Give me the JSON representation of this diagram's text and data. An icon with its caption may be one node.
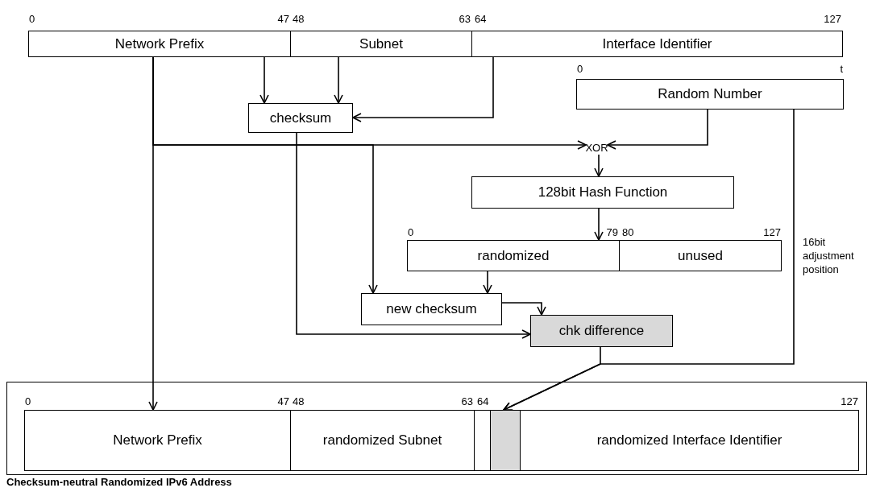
{
  "diagram": {
    "nodes": [
      {
        "text": [
          "Network Prefix"
        ]
      },
      {
        "text": [
          "Subnet"
        ]
      },
      {
        "text": [
          "Interface Identifier"
        ]
      },
      {
        "text": [
          "Random Number"
        ]
      },
      {
        "text": [
          "checksum"
        ]
      },
      {
        "text": [
          "XOR"
        ]
      },
      {
        "text": [
          "128bit Hash Function"
        ]
      },
      {
        "text": [
          "randomized"
        ]
      },
      {
        "text": [
          "unused"
        ]
      },
      {
        "text": [
          "new checksum"
        ]
      },
      {
        "text": [
          "chk difference"
        ]
      },
      {
        "text": [
          "Checksum-neutral Randomized IPv6 Address"
        ]
      },
      {
        "text": [
          "Network Prefix"
        ],
        "in": 11
      },
      {
        "text": [
          "randomized Subnet"
        ],
        "in": 11
      },
      {
        "text": [],
        "shape": "box",
        "in": 11
      },
      {
        "text": [],
        "shape": "box",
        "in": 11
      },
      {
        "text": [
          "randomized Interface Identifier"
        ],
        "in": 11
      }
    ],
    "edges": [
      {
        "from": 0,
        "to": 4,
        "arrow": "to"
      },
      {
        "from": 1,
        "to": 4,
        "arrow": "to"
      },
      {
        "from": 2,
        "to": 4,
        "arrow": "to"
      },
      {
        "from": 0,
        "to": 5,
        "arrow": "to"
      },
      {
        "from": 0,
        "to": 12,
        "arrow": "to"
      },
      {
        "from": 0,
        "to": 9,
        "arrow": "to"
      },
      {
        "from": 4,
        "to": 10,
        "arrow": "to"
      },
      {
        "from": 3,
        "to": 5,
        "arrow": "to"
      },
      {
        "from": 5,
        "to": 6,
        "arrow": "to"
      },
      {
        "from": 6,
        "to": 7,
        "arrow": "to"
      },
      {
        "from": 7,
        "to": 9,
        "arrow": "to"
      },
      {
        "from": 9,
        "to": 10,
        "arrow": "to"
      },
      {
        "from": 10,
        "to": 15,
        "arrow": "to"
      },
      {
        "from": 3,
        "to": 15,
        "arrow": "to",
        "label": "16bit adjustment position"
      }
    ],
    "labels": [
      "0",
      "47",
      "48",
      "63",
      "64",
      "127",
      "0",
      "t",
      "0",
      "79",
      "80",
      "127",
      "0",
      "47",
      "48",
      "63",
      "64",
      "127"
    ]
  }
}
